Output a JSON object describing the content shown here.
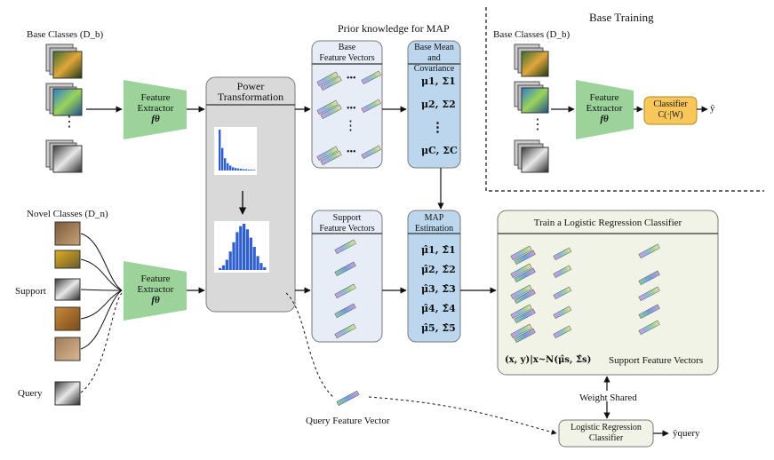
{
  "sections": {
    "prior_knowledge": "Prior knowledge for MAP",
    "base_training": "Base Training"
  },
  "labels": {
    "base_classes_left": "Base Classes (D_b)",
    "base_classes_right": "Base Classes (D_b)",
    "novel_classes": "Novel Classes (D_n)",
    "support": "Support",
    "query": "Query",
    "query_feature_vector": "Query Feature Vector",
    "weight_shared": "Weight Shared",
    "support_feature_vectors_caption": "Support Feature Vectors",
    "distribution_formula": "(x, y)|x~N(μ̂s, Σ̂s)",
    "y_hat": "ŷ",
    "y_hat_query": "ŷquery",
    "dots": "•••",
    "vdots": "⋮"
  },
  "blocks": {
    "feature_extractor_top": {
      "line1": "Feature",
      "line2": "Extractor",
      "line3": "fθ"
    },
    "feature_extractor_bottom": {
      "line1": "Feature",
      "line2": "Extractor",
      "line3": "fθ"
    },
    "feature_extractor_right": {
      "line1": "Feature",
      "line2": "Extractor",
      "line3": "fθ"
    },
    "power_transformation": {
      "line1": "Power",
      "line2": "Transformation"
    },
    "base_feature_vectors": {
      "line1": "Base",
      "line2": "Feature Vectors"
    },
    "base_mean_cov": {
      "line1": "Base Mean",
      "line2": "and Covariance"
    },
    "support_feature_vectors": {
      "line1": "Support",
      "line2": "Feature Vectors"
    },
    "map_estimation": {
      "line1": "MAP",
      "line2": "Estimation"
    },
    "train_lr": {
      "title": "Train a Logistic Regression Classifier"
    },
    "logistic_regression": {
      "line1": "Logistic Regression",
      "line2": "Classifier"
    },
    "classifier": {
      "line1": "Classifier",
      "line2": "C(·|W)"
    }
  },
  "base_stats": [
    "μ1, Σ1",
    "μ2, Σ2",
    "⋮",
    "μC, ΣC"
  ],
  "map_stats": [
    "μ̂1, Σ̂1",
    "μ̂2, Σ̂2",
    "μ̂3, Σ̂3",
    "μ̂4, Σ̂4",
    "μ̂5, Σ̂5"
  ],
  "colors": {
    "extractor_green": "#9bd39a",
    "panel_gray": "#d9d9d9",
    "vector_panel": "#e7edf6",
    "map_blue": "#bcd6ee",
    "lr_panel": "#f1f3e6",
    "classifier_yellow": "#f7c75b",
    "histogram_blue": "#2f5fcf"
  }
}
